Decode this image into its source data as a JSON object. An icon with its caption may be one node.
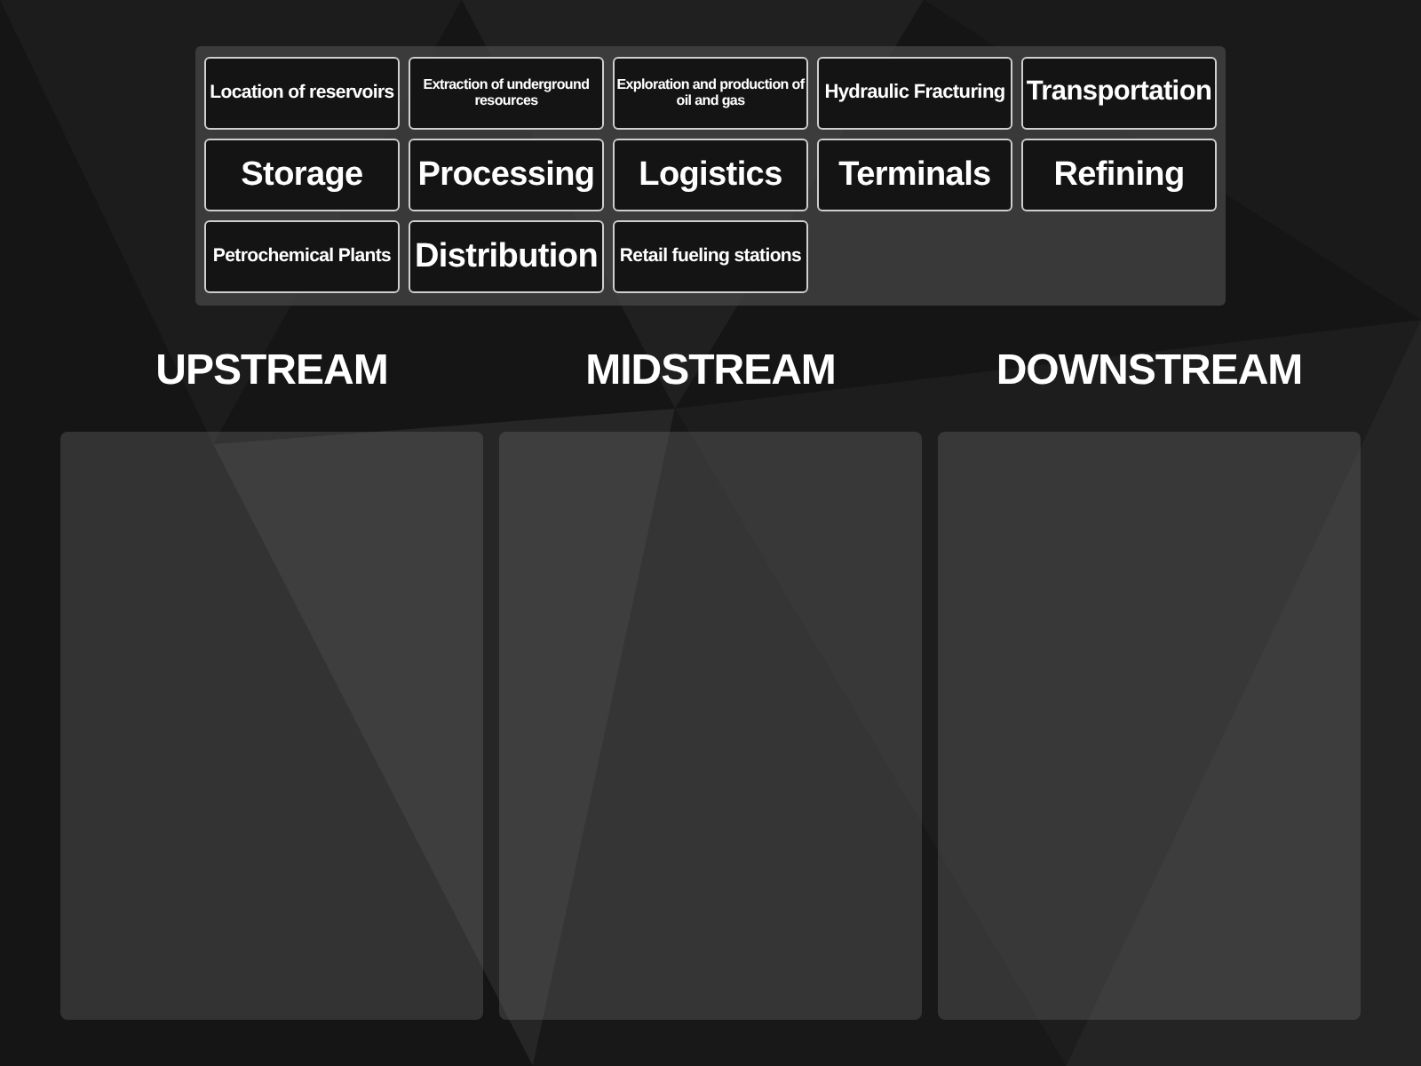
{
  "diagram": {
    "nodes": [
      {
        "text": [],
        "shape": "box"
      },
      {
        "text": [
          "Location of reservoirs"
        ],
        "in": 0
      },
      {
        "text": [
          "Extraction of underground resources"
        ],
        "in": 0
      },
      {
        "text": [
          "Exploration and production of oil and gas"
        ],
        "in": 0
      },
      {
        "text": [
          "Hydraulic Fracturing"
        ],
        "in": 0
      },
      {
        "text": [
          "Transportation"
        ],
        "in": 0
      },
      {
        "text": [
          "Storage"
        ],
        "in": 0
      },
      {
        "text": [
          "Processing"
        ],
        "in": 0
      },
      {
        "text": [
          "Logistics"
        ],
        "in": 0
      },
      {
        "text": [
          "Terminals"
        ],
        "in": 0
      },
      {
        "text": [
          "Refining"
        ],
        "in": 0
      },
      {
        "text": [
          "Petrochemical Plants"
        ],
        "in": 0
      },
      {
        "text": [
          "Distribution"
        ],
        "in": 0
      },
      {
        "text": [
          "Retail fueling stations"
        ],
        "in": 0
      },
      {
        "text": [
          "UPSTREAM"
        ]
      },
      {
        "text": [
          "MIDSTREAM"
        ]
      },
      {
        "text": [
          "DOWNSTREAM"
        ]
      }
    ]
  }
}
